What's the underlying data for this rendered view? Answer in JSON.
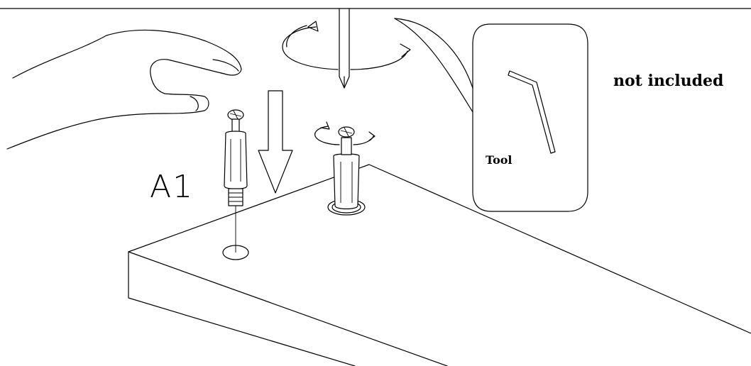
{
  "labels": {
    "part_code": "A1",
    "tool_note": "not included",
    "tool_label": "Tool"
  },
  "icons": [
    "hand-icon",
    "screwdriver-icon",
    "rotation-arrow-icon",
    "down-arrow-icon",
    "cam-dowel-icon",
    "hex-key-icon"
  ]
}
